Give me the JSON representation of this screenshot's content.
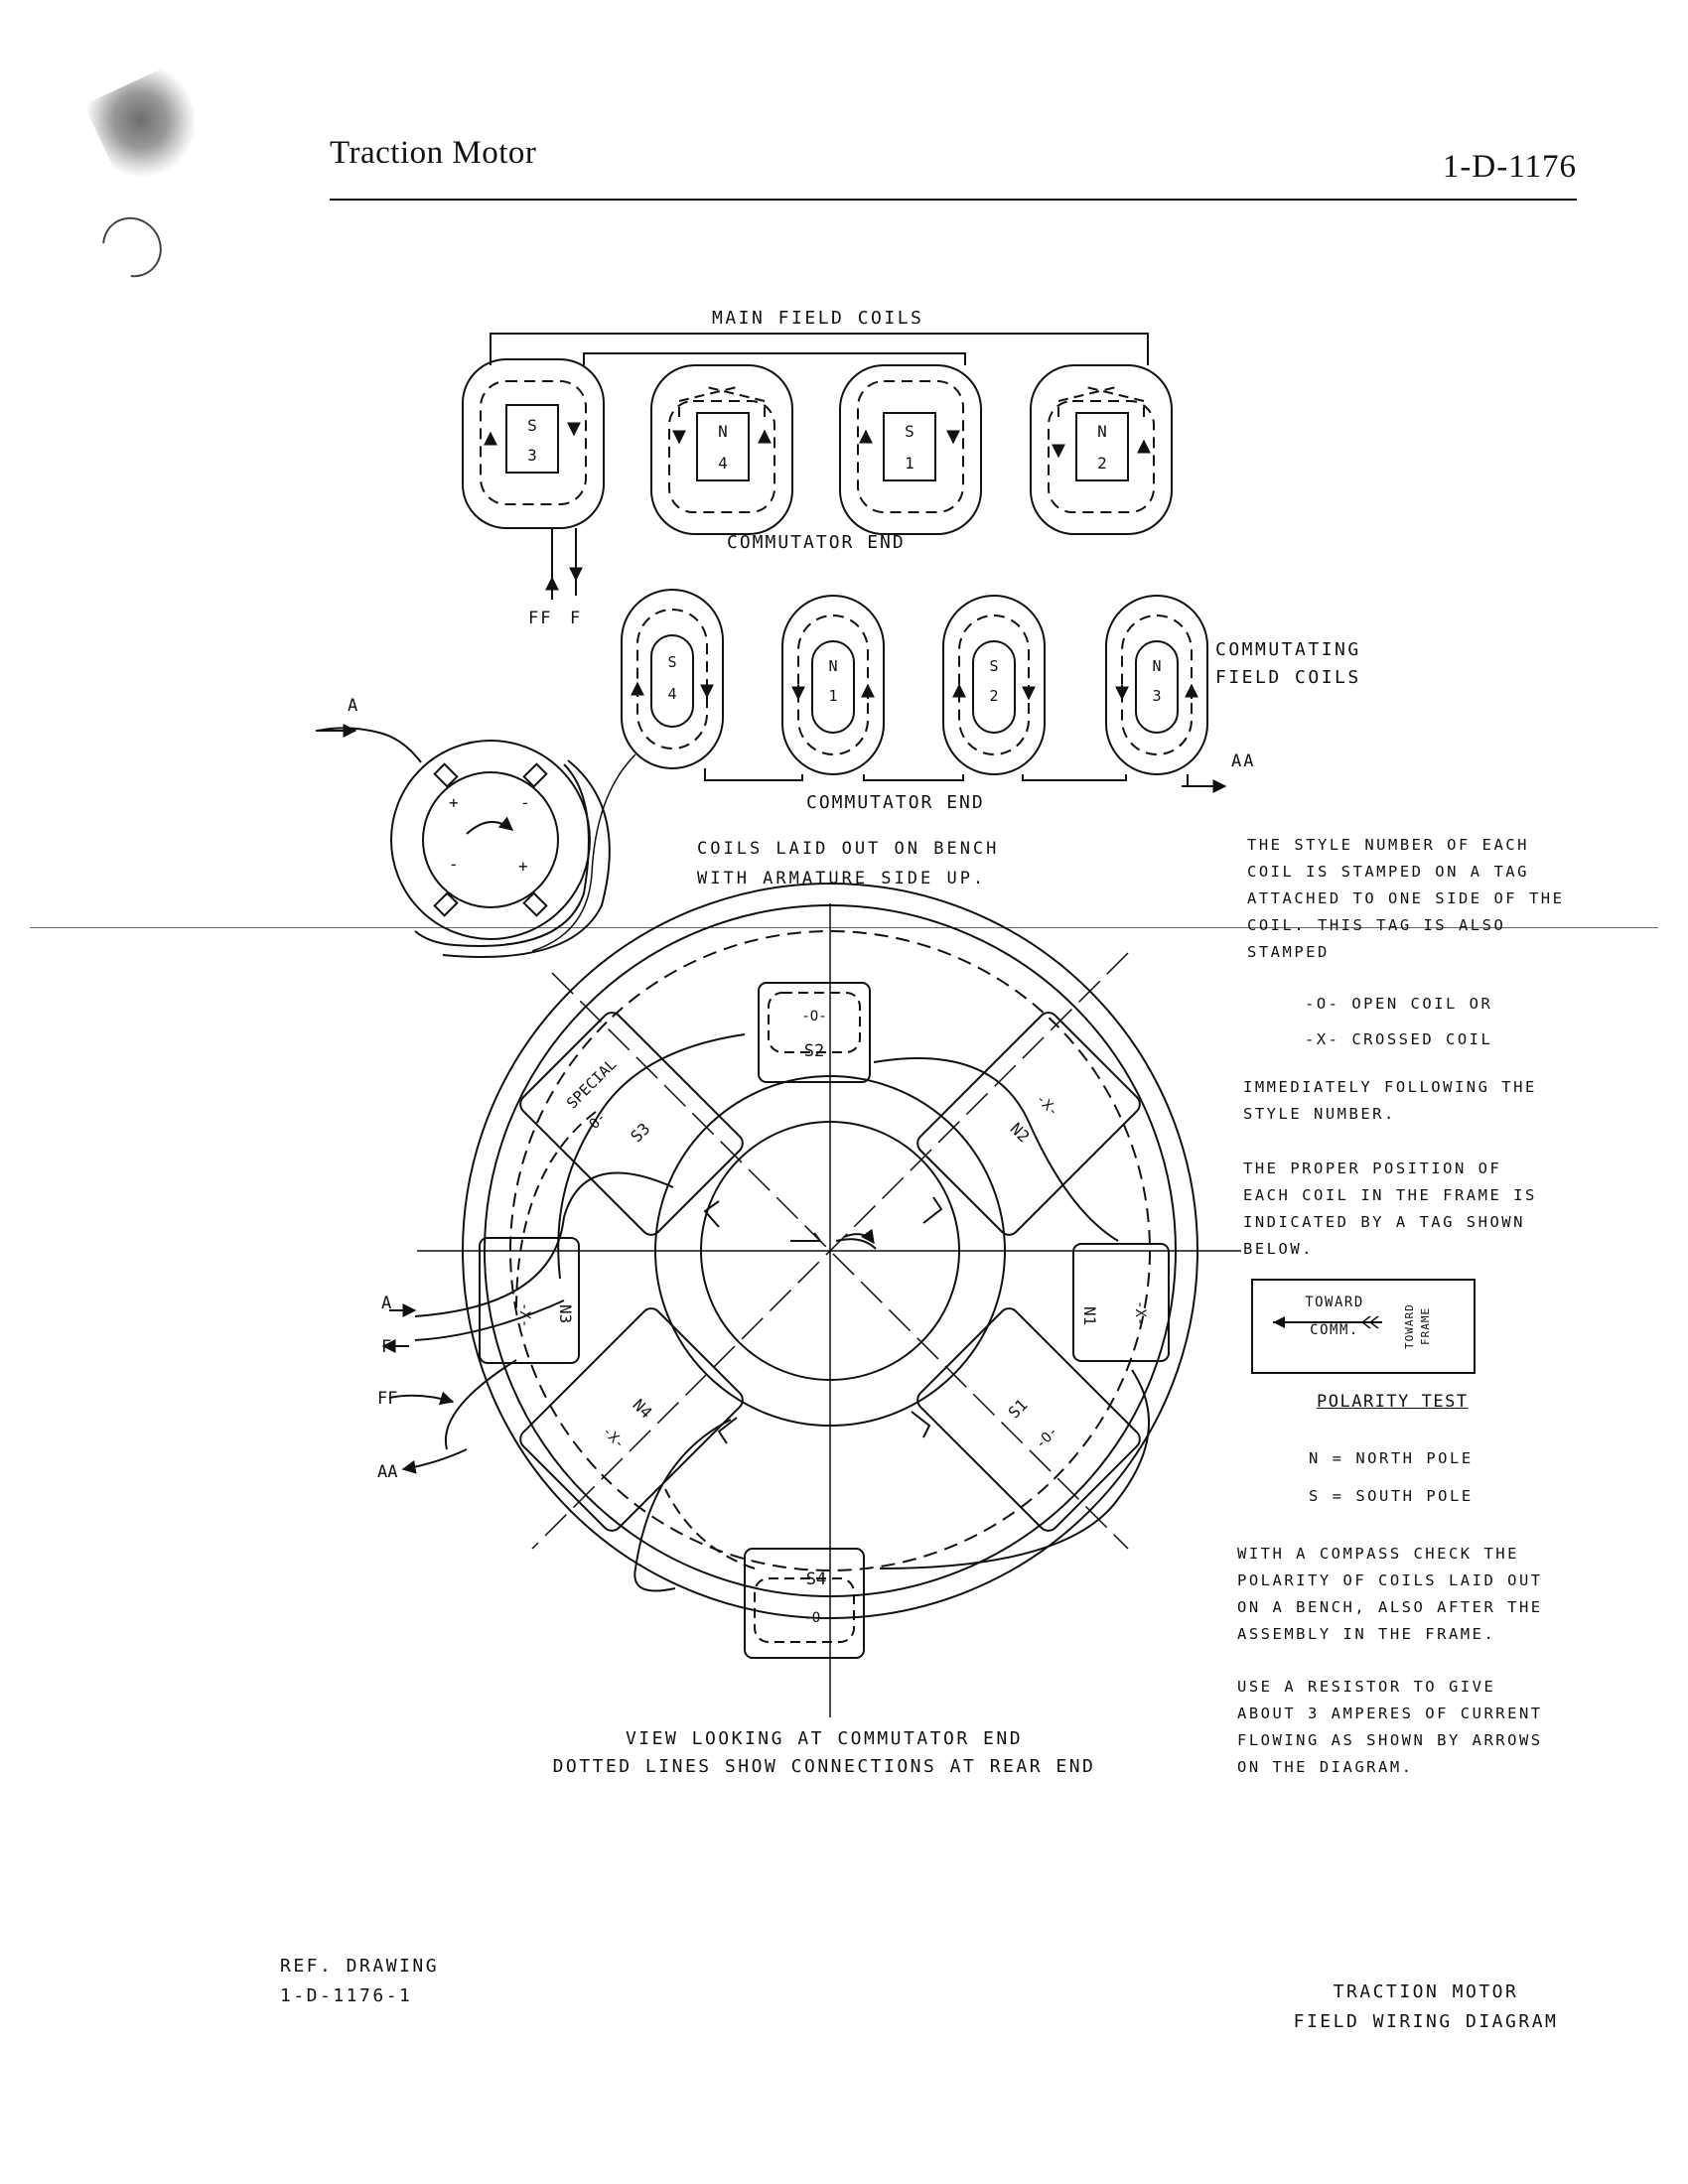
{
  "header": {
    "title": "Traction Motor",
    "drawing_number": "1-D-1176"
  },
  "main_field": {
    "title": "MAIN FIELD COILS",
    "end_label": "COMMUTATOR END",
    "poles": [
      {
        "letter": "S",
        "number": "3"
      },
      {
        "letter": "N",
        "number": "4"
      },
      {
        "letter": "S",
        "number": "1"
      },
      {
        "letter": "N",
        "number": "2"
      }
    ],
    "terminal_ff": "FF",
    "terminal_f": "F"
  },
  "comm_field": {
    "title": "COMMUTATING\nFIELD COILS",
    "end_label": "COMMUTATOR END",
    "poles": [
      {
        "letter": "S",
        "number": "4"
      },
      {
        "letter": "N",
        "number": "1"
      },
      {
        "letter": "S",
        "number": "2"
      },
      {
        "letter": "N",
        "number": "3"
      }
    ],
    "terminal_aa": "AA"
  },
  "armature": {
    "terminal_a": "A",
    "plus": "+",
    "minus": "-"
  },
  "bench_note": "COILS LAID OUT ON BENCH\nWITH ARMATURE SIDE UP.",
  "frame_view": {
    "coils": {
      "s2": "S2",
      "n1": "N1",
      "s4": "S4",
      "n3": "N3",
      "s3": "S3",
      "n2": "N2",
      "s1": "S1",
      "n4": "N4",
      "special": "SPECIAL"
    },
    "marks": {
      "open": "-O-",
      "cross": "-X-"
    },
    "terminals": {
      "a": "A",
      "f": "F",
      "ff": "FF",
      "aa": "AA"
    },
    "caption": "VIEW LOOKING AT COMMUTATOR END\nDOTTED LINES SHOW CONNECTIONS AT REAR END"
  },
  "side_notes": {
    "style_number": "THE STYLE NUMBER OF EACH\nCOIL IS STAMPED ON A TAG\nATTACHED TO ONE SIDE OF THE\nCOIL.  THIS TAG IS ALSO\nSTAMPED",
    "open_coil": "-O- OPEN COIL OR",
    "crossed_coil": "-X- CROSSED COIL",
    "following": "IMMEDIATELY FOLLOWING THE\nSTYLE NUMBER.",
    "position": "THE PROPER POSITION OF\nEACH COIL IN THE FRAME IS\nINDICATED BY A TAG SHOWN\nBELOW.",
    "tag_toward_comm": "TOWARD\nCOMM.",
    "tag_toward_frame": "TOWARD\nFRAME",
    "polarity_title": "POLARITY TEST",
    "north": "N = NORTH POLE",
    "south": "S = SOUTH POLE",
    "compass": "WITH A COMPASS CHECK THE\nPOLARITY OF COILS LAID OUT\nON A BENCH, ALSO AFTER THE\nASSEMBLY IN THE FRAME.",
    "resistor": "USE A RESISTOR TO GIVE\nABOUT 3 AMPERES OF CURRENT\nFLOWING AS SHOWN BY ARROWS\nON THE DIAGRAM."
  },
  "footer": {
    "ref": "REF. DRAWING\n1-D-1176-1",
    "title": "TRACTION MOTOR\nFIELD WIRING DIAGRAM"
  }
}
